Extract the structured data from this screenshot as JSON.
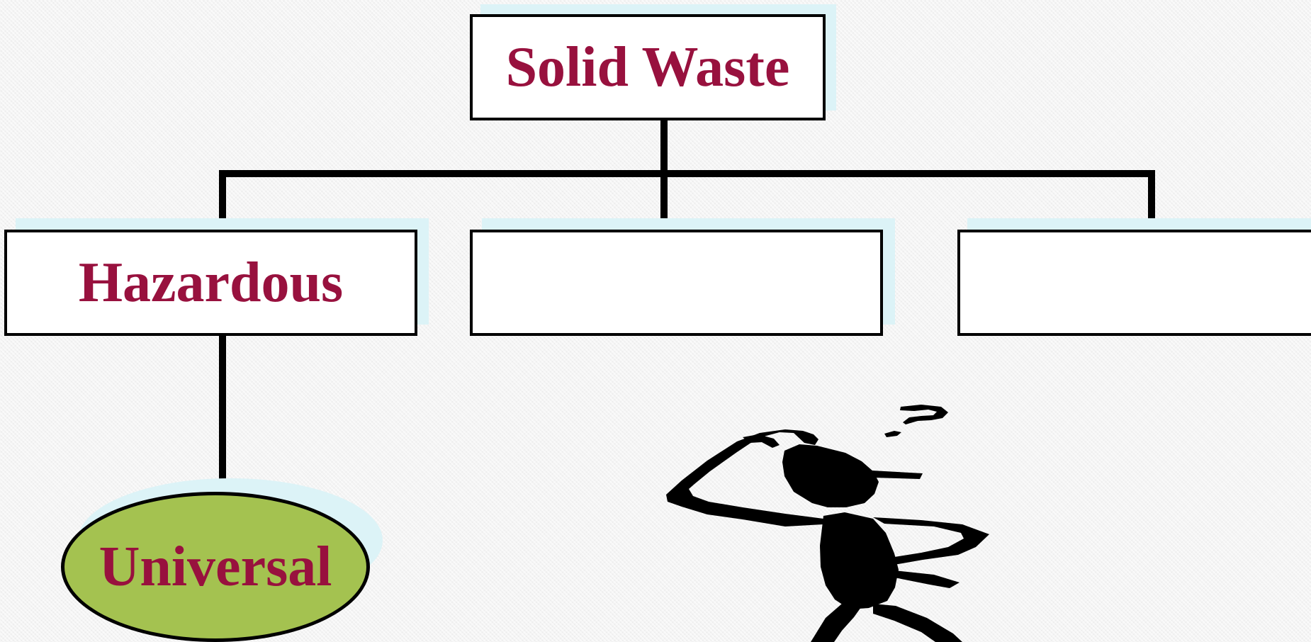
{
  "diagram": {
    "root": {
      "label": "Solid Waste"
    },
    "children": [
      {
        "label": "Hazardous"
      },
      {
        "label": ""
      },
      {
        "label": ""
      }
    ],
    "leaf": {
      "label": "Universal"
    }
  },
  "colors": {
    "label_text": "#98113e",
    "box_fill": "#ffffff",
    "box_shadow": "#dcf3f7",
    "ellipse_fill": "#a4c250",
    "line": "#000000"
  },
  "icons": {
    "clipart": "confused-thinking-man-icon"
  }
}
